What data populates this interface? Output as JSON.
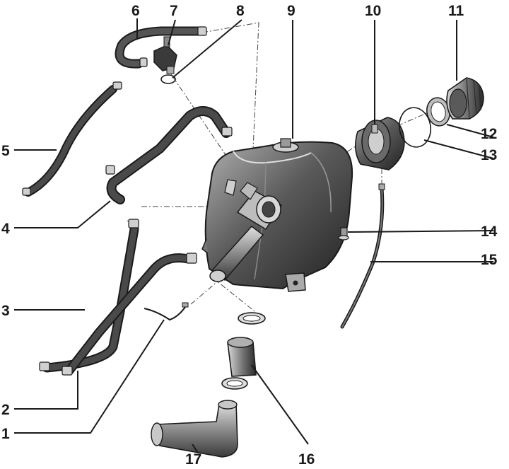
{
  "diagram": {
    "callouts": [
      {
        "id": "1",
        "label": "1"
      },
      {
        "id": "2",
        "label": "2"
      },
      {
        "id": "3",
        "label": "3"
      },
      {
        "id": "4",
        "label": "4"
      },
      {
        "id": "5",
        "label": "5"
      },
      {
        "id": "6",
        "label": "6"
      },
      {
        "id": "7",
        "label": "7"
      },
      {
        "id": "8",
        "label": "8"
      },
      {
        "id": "9",
        "label": "9"
      },
      {
        "id": "10",
        "label": "10"
      },
      {
        "id": "11",
        "label": "11"
      },
      {
        "id": "12",
        "label": "12"
      },
      {
        "id": "13",
        "label": "13"
      },
      {
        "id": "14",
        "label": "14"
      },
      {
        "id": "15",
        "label": "15"
      },
      {
        "id": "16",
        "label": "16"
      },
      {
        "id": "17",
        "label": "17"
      }
    ],
    "colors": {
      "line": "#1a1a1a",
      "tank_dark": "#2c2c2c",
      "tank_mid": "#6e6e6e",
      "tank_light": "#b5b5b5",
      "hose": "#3a3a3a",
      "metal": "#cfcfcf"
    }
  }
}
